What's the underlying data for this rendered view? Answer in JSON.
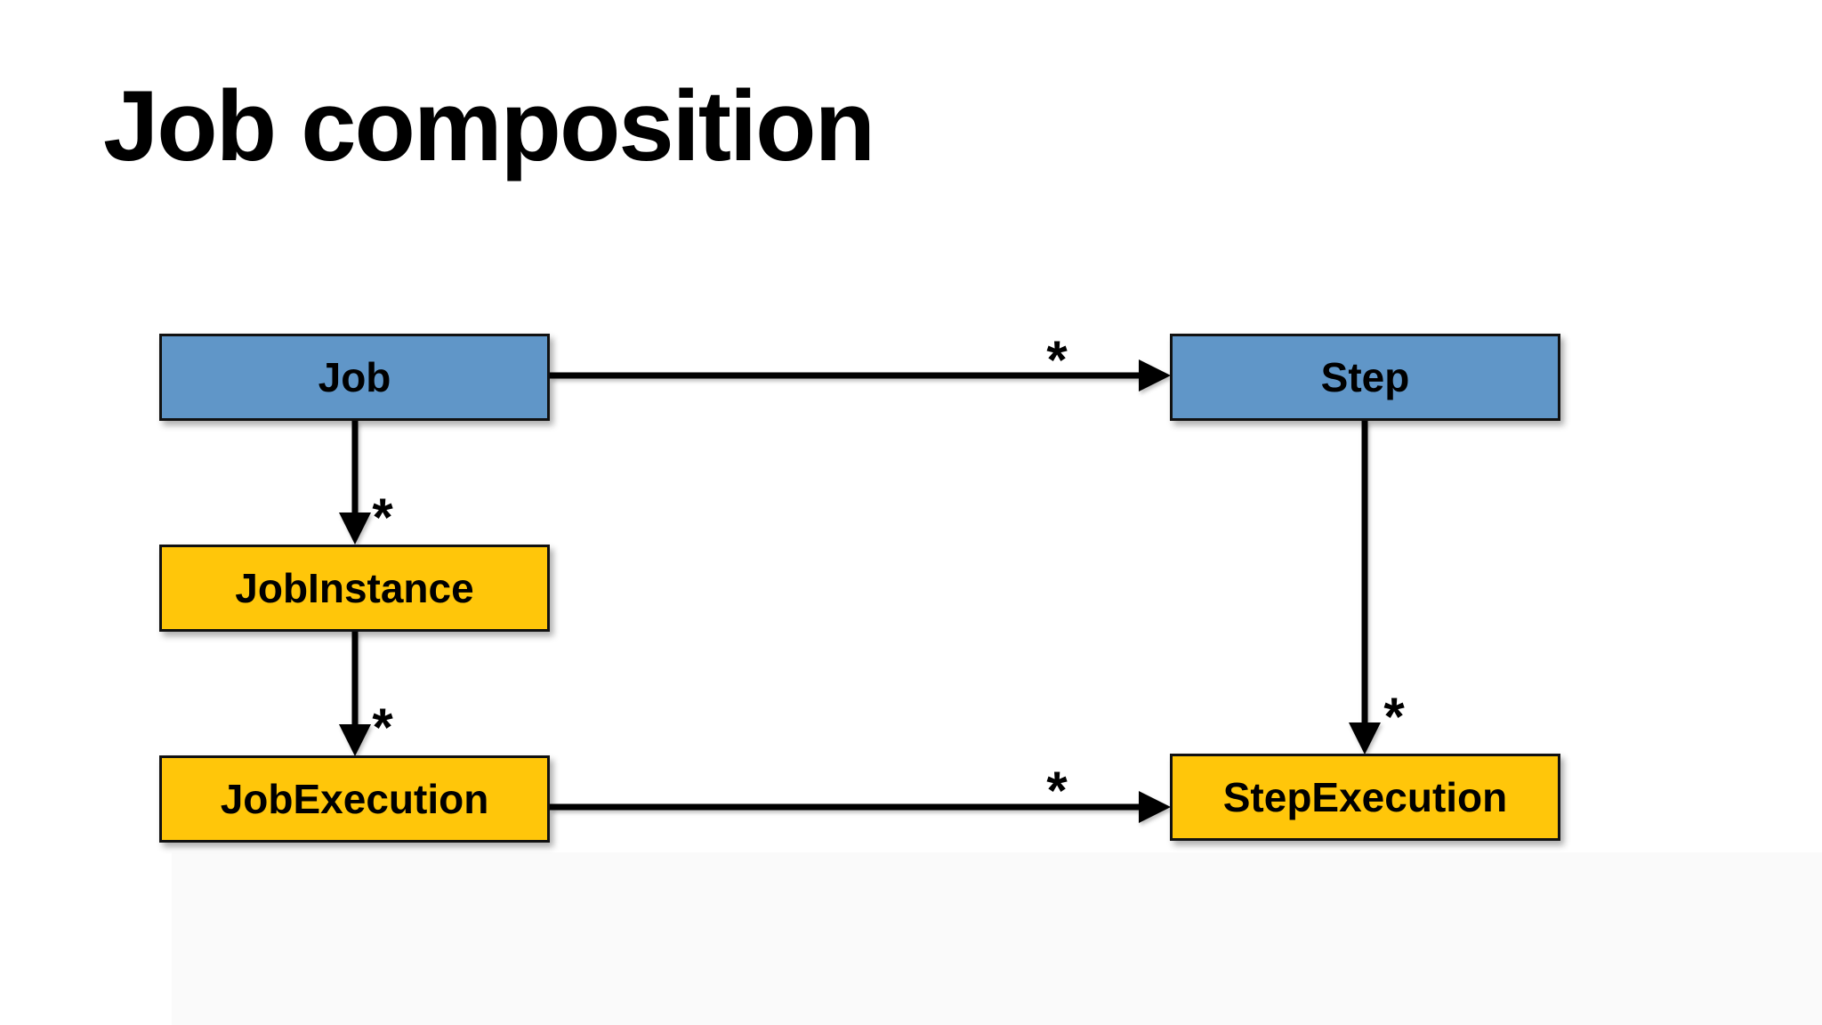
{
  "slide": {
    "title": "Job composition",
    "colors": {
      "background": "#FFFFFF",
      "node_blue": "#6096C8",
      "node_yellow": "#FFC60A",
      "border": "#111111",
      "arrow": "#000000",
      "title_text": "#000000"
    },
    "diagram": {
      "nodes": [
        {
          "id": "job",
          "label": "Job",
          "color_role": "blue"
        },
        {
          "id": "step",
          "label": "Step",
          "color_role": "blue"
        },
        {
          "id": "job-instance",
          "label": "JobInstance",
          "color_role": "yellow"
        },
        {
          "id": "job-execution",
          "label": "JobExecution",
          "color_role": "yellow"
        },
        {
          "id": "step-execution",
          "label": "StepExecution",
          "color_role": "yellow"
        }
      ],
      "edges": [
        {
          "from": "Job",
          "to": "Step",
          "multiplicity": "*"
        },
        {
          "from": "Job",
          "to": "JobInstance",
          "multiplicity": "*"
        },
        {
          "from": "JobInstance",
          "to": "JobExecution",
          "multiplicity": "*"
        },
        {
          "from": "JobExecution",
          "to": "StepExecution",
          "multiplicity": "*"
        },
        {
          "from": "Step",
          "to": "StepExecution",
          "multiplicity": "*"
        }
      ]
    }
  }
}
